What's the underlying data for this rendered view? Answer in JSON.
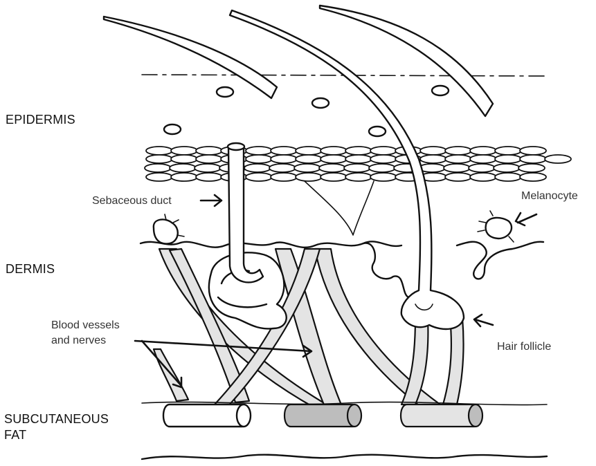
{
  "layers": {
    "epidermis": "EPIDERMIS",
    "dermis": "DERMIS",
    "subcutaneous_line1": "SUBCUTANEOUS",
    "subcutaneous_line2": "FAT"
  },
  "callouts": {
    "sebaceous_duct": "Sebaceous duct",
    "melanocyte": "Melanocyte",
    "blood_vessels_line1": "Blood vessels",
    "blood_vessels_line2": "and nerves",
    "hair_follicle": "Hair follicle"
  }
}
